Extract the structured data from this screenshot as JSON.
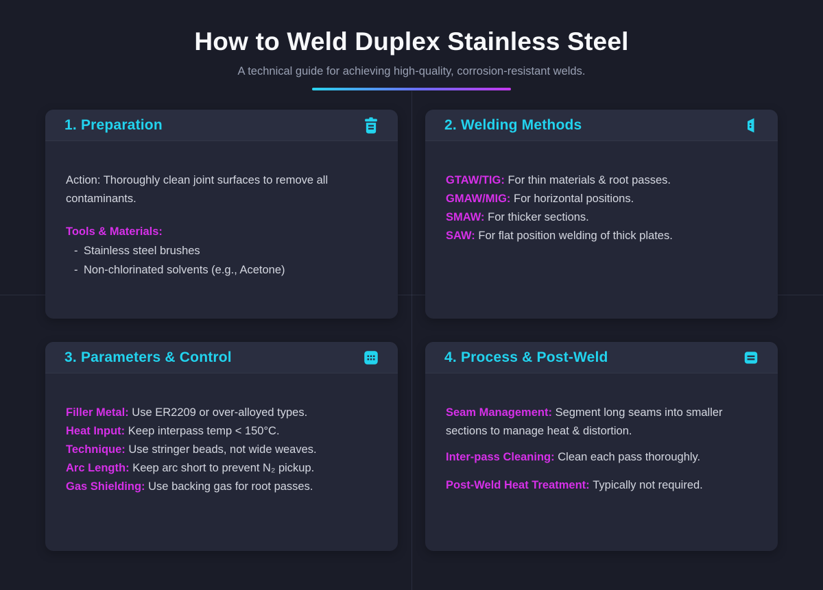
{
  "header": {
    "title": "How to Weld Duplex Stainless Steel",
    "subtitle": "A technical guide for achieving high-quality, corrosion-resistant welds."
  },
  "colors": {
    "background": "#1a1c28",
    "card": "#242737",
    "card_header": "#2a2e40",
    "accent_cyan": "#22d3ee",
    "accent_magenta": "#d630e8",
    "body_text": "#d4d7e0",
    "gradient_bar": [
      "#2bd4ee",
      "#6d6cf5",
      "#c438ef"
    ]
  },
  "cards": [
    {
      "title": "1. Preparation",
      "icon": "trash-icon",
      "action": "Action: Thoroughly clean joint surfaces to remove all contaminants.",
      "tools_label": "Tools & Materials:",
      "tools": [
        "Stainless steel brushes",
        "Non-chlorinated solvents (e.g., Acetone)"
      ]
    },
    {
      "title": "2. Welding Methods",
      "icon": "welding-torch-icon",
      "items": [
        {
          "label": "GTAW/TIG:",
          "text": "For thin materials & root passes."
        },
        {
          "label": "GMAW/MIG:",
          "text": "For horizontal positions."
        },
        {
          "label": "SMAW:",
          "text": "For thicker sections."
        },
        {
          "label": "SAW:",
          "text": "For flat position welding of thick plates."
        }
      ]
    },
    {
      "title": "3. Parameters & Control",
      "icon": "keypad-icon",
      "items": [
        {
          "label": "Filler Metal:",
          "text": "Use ER2209 or over-alloyed types."
        },
        {
          "label": "Heat Input:",
          "text": "Keep interpass temp < 150°C."
        },
        {
          "label": "Technique:",
          "text": "Use stringer beads, not wide weaves."
        },
        {
          "label": "Arc Length:",
          "text": "Keep arc short to prevent N₂ pickup."
        },
        {
          "label": "Gas Shielding:",
          "text": "Use backing gas for root passes."
        }
      ]
    },
    {
      "title": "4. Process & Post-Weld",
      "icon": "list-icon",
      "items": [
        {
          "label": "Seam Management:",
          "text": "Segment long seams into smaller sections to manage heat & distortion."
        },
        {
          "label": "Inter-pass Cleaning:",
          "text": "Clean each pass thoroughly."
        },
        {
          "label": "Post-Weld Heat Treatment:",
          "text": "Typically not required."
        }
      ]
    }
  ]
}
